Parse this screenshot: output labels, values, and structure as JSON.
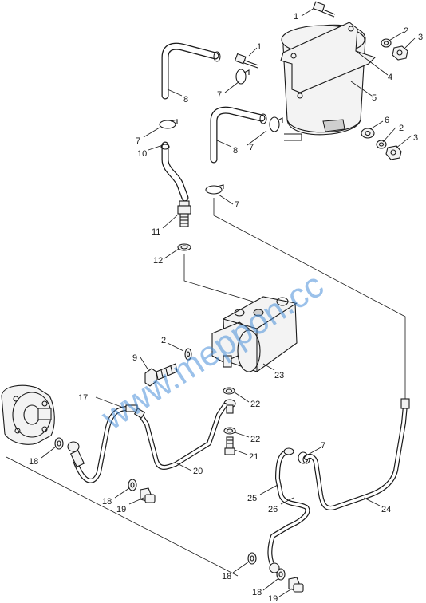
{
  "watermark": "www.meppon.cc",
  "callouts": {
    "c1a": "1",
    "c1b": "1",
    "c2a": "2",
    "c2b": "2",
    "c2c": "2",
    "c3a": "3",
    "c3b": "3",
    "c4": "4",
    "c5": "5",
    "c6": "6",
    "c7a": "7",
    "c7b": "7",
    "c7c": "7",
    "c7d": "7",
    "c7e": "7",
    "c8a": "8",
    "c8b": "8",
    "c9": "9",
    "c10": "10",
    "c11": "11",
    "c12": "12",
    "c17": "17",
    "c18a": "18",
    "c18b": "18",
    "c18c": "18",
    "c18d": "18",
    "c19a": "19",
    "c19b": "19",
    "c20": "20",
    "c21": "21",
    "c22a": "22",
    "c22b": "22",
    "c23": "23",
    "c24": "24",
    "c25": "25",
    "c26": "26"
  },
  "icons": [
    "oil-tank",
    "hydraulic-pump",
    "steering-unit",
    "hose-clamp",
    "bolt",
    "nut",
    "washer",
    "fitting"
  ]
}
